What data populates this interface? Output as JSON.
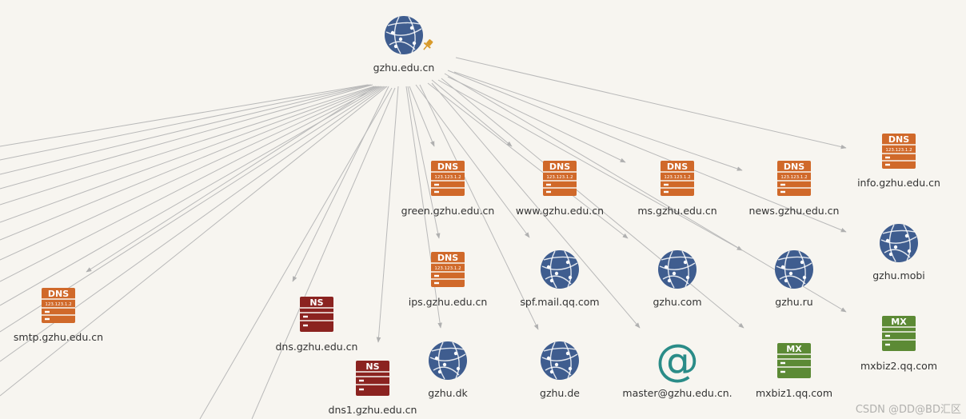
{
  "root": {
    "label": "gzhu.edu.cn",
    "type": "domain",
    "pinned": true
  },
  "nodes": [
    {
      "id": "info",
      "label": "info.gzhu.edu.cn",
      "type": "dns",
      "badge": "DNS",
      "subtext": "123.123.1.2"
    },
    {
      "id": "green",
      "label": "green.gzhu.edu.cn",
      "type": "dns",
      "badge": "DNS",
      "subtext": "123.123.1.2"
    },
    {
      "id": "www",
      "label": "www.gzhu.edu.cn",
      "type": "dns",
      "badge": "DNS",
      "subtext": "123.123.1.2"
    },
    {
      "id": "ms",
      "label": "ms.gzhu.edu.cn",
      "type": "dns",
      "badge": "DNS",
      "subtext": "123.123.1.2"
    },
    {
      "id": "news",
      "label": "news.gzhu.edu.cn",
      "type": "dns",
      "badge": "DNS",
      "subtext": "123.123.1.2"
    },
    {
      "id": "mobi",
      "label": "gzhu.mobi",
      "type": "domain"
    },
    {
      "id": "ips",
      "label": "ips.gzhu.edu.cn",
      "type": "dns",
      "badge": "DNS",
      "subtext": "123.123.1.2"
    },
    {
      "id": "spf",
      "label": "spf.mail.qq.com",
      "type": "domain"
    },
    {
      "id": "com",
      "label": "gzhu.com",
      "type": "domain"
    },
    {
      "id": "ru",
      "label": "gzhu.ru",
      "type": "domain"
    },
    {
      "id": "smtp",
      "label": "smtp.gzhu.edu.cn",
      "type": "dns",
      "badge": "DNS",
      "subtext": "123.123.1.2"
    },
    {
      "id": "dns",
      "label": "dns.gzhu.edu.cn",
      "type": "ns",
      "badge": "NS"
    },
    {
      "id": "mxbiz2",
      "label": "mxbiz2.qq.com",
      "type": "mx",
      "badge": "MX"
    },
    {
      "id": "dk",
      "label": "gzhu.dk",
      "type": "domain"
    },
    {
      "id": "de",
      "label": "gzhu.de",
      "type": "domain"
    },
    {
      "id": "master",
      "label": "master@gzhu.edu.cn.",
      "type": "email"
    },
    {
      "id": "mxbiz1",
      "label": "mxbiz1.qq.com",
      "type": "mx",
      "badge": "MX"
    },
    {
      "id": "dns1",
      "label": "dns1.gzhu.edu.cn",
      "type": "ns",
      "badge": "NS"
    }
  ],
  "watermark": "CSDN @DD@BD汇区",
  "colors": {
    "dns": "#d0692a",
    "ns": "#8b2320",
    "mx": "#5c8a35",
    "globe": "#3f5d8f",
    "email": "#2a8c88",
    "edge": "#b9b9b9",
    "pin": "#d89a2a"
  }
}
